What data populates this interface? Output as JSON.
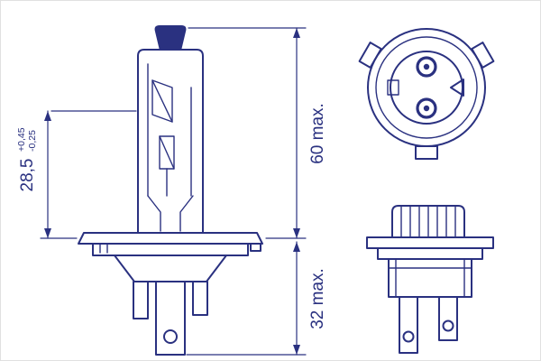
{
  "colors": {
    "line": "#2a3180",
    "background": "#ffffff"
  },
  "dimensions": {
    "filament_height": {
      "value": "28,5",
      "tolerance_plus": "+0,45",
      "tolerance_minus": "-0,25"
    },
    "overall_height": "60 max.",
    "base_height": "32 max."
  }
}
